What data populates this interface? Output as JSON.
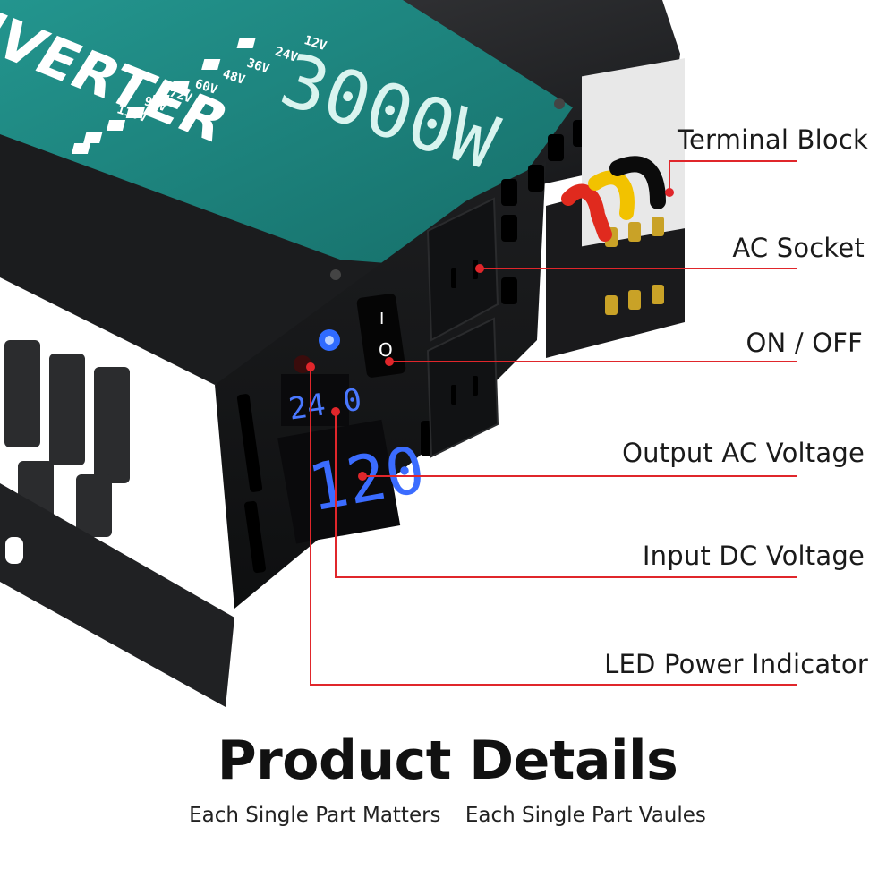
{
  "product": {
    "brand_text": "INVERTER",
    "power_rating": "3000W",
    "voltage_options": [
      "12V",
      "24V",
      "36V",
      "48V",
      "60V",
      "72V",
      "96V",
      "110V"
    ],
    "input_display": "24.0",
    "output_display": "120",
    "switch_marks": [
      "I",
      "O"
    ]
  },
  "callouts": [
    {
      "label": "Terminal Block"
    },
    {
      "label": "AC Socket"
    },
    {
      "label": "ON / OFF"
    },
    {
      "label": "Output AC Voltage"
    },
    {
      "label": "Input DC Voltage"
    },
    {
      "label": "LED Power Indicator"
    }
  ],
  "heading": {
    "title": "Product Details",
    "tagline_1": "Each Single Part Matters",
    "tagline_2": "Each Single Part Vaules"
  },
  "colors": {
    "panel": "#1f8a84",
    "body": "#1c1d1f",
    "callout_line": "#e0262b",
    "display": "#3b6cff",
    "wire_red": "#e02a1e",
    "wire_yellow": "#f2c200"
  }
}
